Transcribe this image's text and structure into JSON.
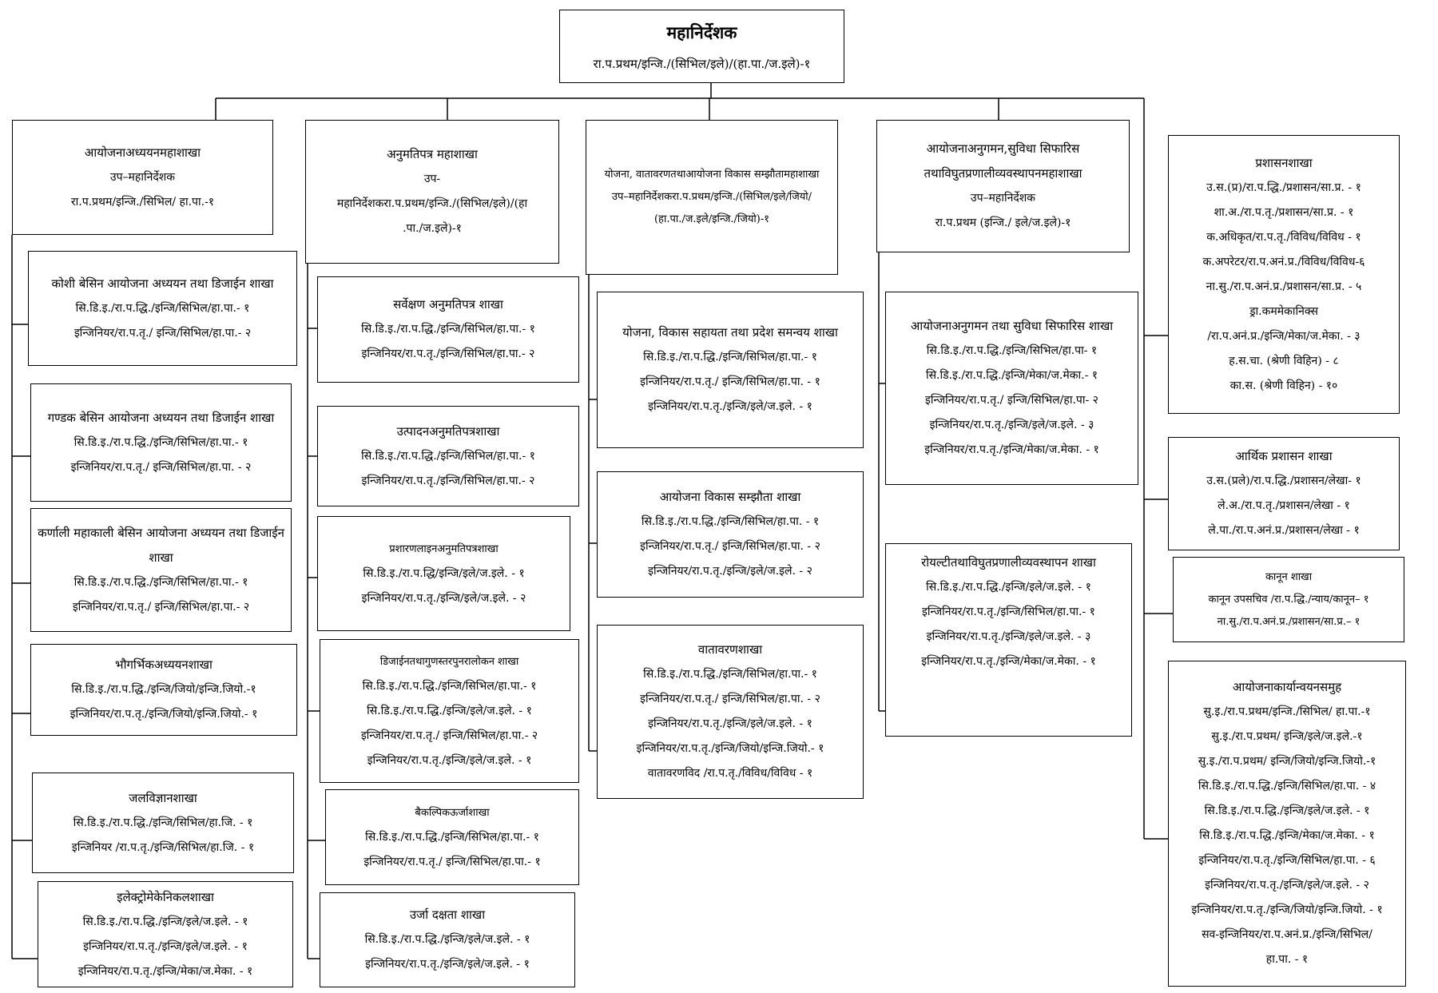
{
  "director": {
    "title": "महानिर्देशक",
    "lines": [
      "रा.प.प्रथम/इन्जि./(सिभिल/इले)/(हा.पा./ज.इले)-१"
    ]
  },
  "divisions": [
    {
      "title": "आयोजनाअध्ययनमहाशाखा",
      "lines": [
        "उप–महानिर्देशक",
        "रा.प.प्रथम/इन्जि./सिभिल/ हा.पा.-१"
      ]
    },
    {
      "title": "अनुमतिपत्र महाशाखा",
      "lines": [
        "उप-",
        "महानिर्देशकरा.प.प्रथम/इन्जि./(सिभिल/इले)/(हा",
        ".पा./ज.इले)-१"
      ]
    },
    {
      "title": "योजना, वातावरणतथाआयोजना विकास सम्झौतामहाशाखा",
      "lines": [
        "उप–महानिर्देशकरा.प.प्रथम/इन्जि./(सिभिल/इले/जियो/",
        "(हा.पा./ज.इले/इन्जि./जियो)-१"
      ]
    },
    {
      "title": "आयोजनाअनुगमन,सुविधा सिफारिस तथाविघुतप्रणालीव्यवस्थापनमहाशाखा",
      "lines": [
        "उप–महानिर्देशक",
        "रा.प.प्रथम (इन्जि./ इले/ज.इले)-१"
      ]
    }
  ],
  "branches_col1": [
    {
      "title": "कोशी बेसिन आयोजना अध्ययन तथा डिजाईन शाखा",
      "lines": [
        "सि.डि.इ./रा.प.द्धि./इन्जि/सिभिल/हा.पा.- १",
        "इन्जिनियर/रा.प.तृ./ इन्जि/सिभिल/हा.पा.- २"
      ]
    },
    {
      "title": "गण्डक बेसिन आयोजना अध्ययन तथा डिजाईन शाखा",
      "lines": [
        "सि.डि.इ./रा.प.द्धि./इन्जि/सिभिल/हा.पा.- १",
        "इन्जिनियर/रा.प.तृ./ इन्जि/सिभिल/हा.पा. - २"
      ]
    },
    {
      "title": "कर्णाली महाकाली बेसिन आयोजना अध्ययन तथा डिजाईन शाखा",
      "lines": [
        "सि.डि.इ./रा.प.द्धि./इन्जि/सिभिल/हा.पा.- १",
        "इन्जिनियर/रा.प.तृ./ इन्जि/सिभिल/हा.पा.- २"
      ]
    },
    {
      "title": "भौगर्भिकअध्ययनशाखा",
      "lines": [
        "सि.डि.इ./रा.प.द्धि./इन्जि/जियो/इन्जि.जियो.-१",
        "इन्जिनियर/रा.प.तृ./इन्जि/जियो/इन्जि.जियो.- १"
      ]
    },
    {
      "title": "जलविज्ञानशाखा",
      "lines": [
        "सि.डि.इ./रा.प.द्धि./इन्जि/सिभिल/हा.जि. - १",
        "इन्जिनियर /रा.प.तृ./इन्जि/सिभिल/हा.जि. - १"
      ]
    },
    {
      "title": "इलेक्ट्रोमेकेनिकलशाखा",
      "lines": [
        "सि.डि.इ./रा.प.द्धि./इन्जि/इले/ज.इले. - १",
        "इन्जिनियर/रा.प.तृ./इन्जि/इले/ज.इले. - १",
        "इन्जिनियर/रा.प.तृ./इन्जि/मेका/ज.मेका. - १"
      ]
    }
  ],
  "branches_col2": [
    {
      "title": "सर्वेक्षण अनुमतिपत्र शाखा",
      "lines": [
        "सि.डि.इ./रा.प.द्धि./इन्जि/सिभिल/हा.पा.- १",
        "इन्जिनियर/रा.प.तृ./इन्जि/सिभिल/हा.पा.- २"
      ]
    },
    {
      "title": "उत्पादनअनुमतिपत्रशाखा",
      "lines": [
        "सि.डि.इ./रा.प.द्धि./इन्जि/सिभिल/हा.पा.- १",
        "इन्जिनियर/रा.प.तृ./इन्जि/सिभिल/हा.पा.- २"
      ]
    },
    {
      "title": "प्रशारणलाइनअनुमतिपत्रशाखा",
      "lines": [
        "सि.डि.इ./रा.प.द्धि/इन्जि/इले/ज.इले. - १",
        "इन्जिनियर/रा.प.तृ./इन्जि/इले/ज.इले. - २"
      ]
    },
    {
      "title": "डिजाईनतथागुणस्तरपुनरालोकन शाखा",
      "lines": [
        "सि.डि.इ./रा.प.द्धि./इन्जि/सिभिल/हा.पा.- १",
        "सि.डि.इ./रा.प.द्धि./इन्जि/इले/ज.इले. - १",
        "इन्जिनियर/रा.प.तृ./ इन्जि/सिभिल/हा.पा.- २",
        "इन्जिनियर/रा.प.तृ./इन्जि/इले/ज.इले. - १"
      ]
    },
    {
      "title": "बैकल्पिकऊर्जाशाखा",
      "lines": [
        "सि.डि.इ./रा.प.द्धि./इन्जि/सिभिल/हा.पा.- १",
        "इन्जिनियर/रा.प.तृ./ इन्जि/सिभिल/हा.पा.- १"
      ]
    },
    {
      "title": "उर्जा दक्षता शाखा",
      "lines": [
        "सि.डि.इ./रा.प.द्धि./इन्जि/इले/ज.इले. - १",
        "इन्जिनियर/रा.प.तृ./इन्जि/इले/ज.इले. - १"
      ]
    }
  ],
  "branches_col3": [
    {
      "title": "योजना, विकास सहायता तथा प्रदेश समन्वय शाखा",
      "lines": [
        "सि.डि.इ./रा.प.द्धि./इन्जि/सिभिल/हा.पा.- १",
        "इन्जिनियर/रा.प.तृ./ इन्जि/सिभिल/हा.पा. - १",
        "इन्जिनियर/रा.प.तृ./इन्जि/इले/ज.इले. - १"
      ]
    },
    {
      "title": "आयोजना विकास सम्झौता शाखा",
      "lines": [
        "सि.डि.इ./रा.प.द्धि./इन्जि/सिभिल/हा.पा. - १",
        "इन्जिनियर/रा.प.तृ./ इन्जि/सिभिल/हा.पा. - २",
        "इन्जिनियर/रा.प.तृ./इन्जि/इले/ज.इले. - २"
      ]
    },
    {
      "title": "वातावरणशाखा",
      "lines": [
        "सि.डि.इ./रा.प.द्धि./इन्जि/सिभिल/हा.पा.- १",
        "इन्जिनियर/रा.प.तृ./ इन्जि/सिभिल/हा.पा. - २",
        "इन्जिनियर/रा.प.तृ./इन्जि/इले/ज.इले. - १",
        "इन्जिनियर/रा.प.तृ./इन्जि/जियो/इन्जि.जियो.- १",
        "वातावरणविद /रा.प.तृ./विविध/विविध - १"
      ]
    }
  ],
  "branches_col4": [
    {
      "title": "आयोजनाअनुगमन तथा सुविधा सिफारिस शाखा",
      "lines": [
        "सि.डि.इ./रा.प.द्धि./इन्जि/सिभिल/हा.पा- १",
        "सि.डि.इ./रा.प.द्धि./इन्जि/मेका/ज.मेका.- १",
        "इन्जिनियर/रा.प.तृ./ इन्जि/सिभिल/हा.पा- २",
        "इन्जिनियर/रा.प.तृ./इन्जि/इले/ज.इले. - ३",
        "इन्जिनियर/रा.प.तृ./इन्जि/मेका/ज.मेका. - १"
      ]
    },
    {
      "title": "रोयल्टीतथाविघुतप्रणालीव्यवस्थापन शाखा",
      "lines": [
        "सि.डि.इ./रा.प.द्धि./इन्जि/इले/ज.इले. - १",
        "इन्जिनियर/रा.प.तृ./इन्जि/सिभिल/हा.पा.- १",
        "इन्जिनियर/रा.प.तृ./इन्जि/इले/ज.इले. - ३",
        "इन्जिनियर/रा.प.तृ./इन्जि/मेका/ज.मेका. - १"
      ]
    }
  ],
  "branches_col5": [
    {
      "title": "प्रशासनशाखा",
      "lines": [
        "उ.स.(प्र)/रा.प.द्धि./प्रशासन/सा.प्र. - १",
        "शा.अ./रा.प.तृ./प्रशासन/सा.प्र. - १",
        "क.अधिकृत/रा.प.तृ./विविध/विविध - १",
        "क.अपरेटर/रा.प.अनं.प्र./विविध/विविध-६",
        "ना.सु./रा.प.अनं.प्र./प्रशासन/सा.प्र. - ५",
        "ड्रा.कममेकानिक्स",
        "/रा.प.अनं.प्र./इन्जि/मेका/ज.मेका. - ३",
        "ह.स.चा. (श्रेणी विहिन) - ८",
        "का.स. (श्रेणी विहिन) - १०"
      ]
    },
    {
      "title": "आर्थिक प्रशासन शाखा",
      "lines": [
        "उ.स.(प्रले)/रा.प.द्धि./प्रशासन/लेखा- १",
        "ले.अ./रा.प.तृ./प्रशासन/लेखा - १",
        "ले.पा./रा.प.अनं.प्र./प्रशासन/लेखा - १"
      ]
    },
    {
      "title": "कानून शाखा",
      "lines": [
        "कानून उपसचिव /रा.प.द्धि./न्याय/कानून– १",
        "ना.सु./रा.प.अनं.प्र./प्रशासन/सा.प्र.– १"
      ]
    },
    {
      "title": "आयोजनाकार्यान्वयनसमुह",
      "lines": [
        "सु.इ./रा.प.प्रथम/इन्जि./सिभिल/ हा.पा.-१",
        "सु.इ./रा.प.प्रथम/ इन्जि/इले/ज.इले.-१",
        "सु.इ./रा.प.प्रथम/ इन्जि/जियो/इन्जि.जियो.-१",
        "सि.डि.इ./रा.प.द्धि./इन्जि/सिभिल/हा.पा. - ४",
        "सि.डि.इ./रा.प.द्धि./इन्जि/इले/ज.इले. - १",
        "सि.डि.इ./रा.प.द्धि./इन्जि/मेका/ज.मेका. - १",
        "इन्जिनियर/रा.प.तृ./इन्जि/सिभिल/हा.पा. - ६",
        "इन्जिनियर/रा.प.तृ./इन्जि/इले/ज.इले. - २",
        "इन्जिनियर/रा.प.तृ./इन्जि/जियो/इन्जि.जियो. - १",
        "सव-इन्जिनियर/रा.प.अनं.प्र./इन्जि/सिभिल/",
        "हा.पा. - १"
      ]
    }
  ]
}
